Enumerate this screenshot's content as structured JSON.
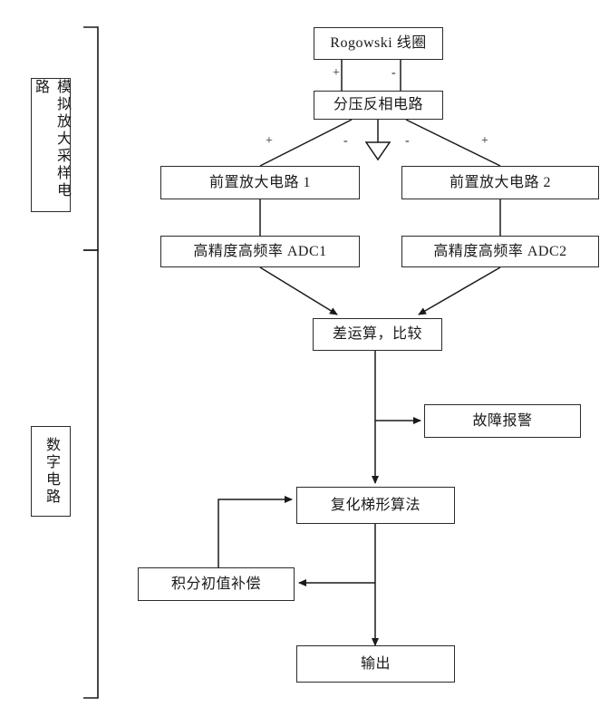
{
  "diagram": {
    "title_group_labels": {
      "analog": "模拟放大采样电路",
      "digital": "数字电路"
    },
    "nodes": {
      "rogowski": "Rogowski 线圈",
      "divider": "分压反相电路",
      "preamp1": "前置放大电路 1",
      "preamp2": "前置放大电路 2",
      "adc1": "高精度高频率 ADC1",
      "adc2": "高精度高频率 ADC2",
      "diff_compare": "差运算，比较",
      "fault_alarm": "故障报警",
      "trapezoid": "复化梯形算法",
      "integral_comp": "积分初值补偿",
      "output": "输出"
    },
    "edge_labels": {
      "rog_plus": "+",
      "rog_minus": "-",
      "div_plus_left": "+",
      "div_minus_left": "-",
      "div_minus_right": "-",
      "div_plus_right": "+"
    },
    "colors": {
      "stroke": "#2b2b2b",
      "text": "#1a1a1a",
      "background": "#ffffff"
    }
  }
}
